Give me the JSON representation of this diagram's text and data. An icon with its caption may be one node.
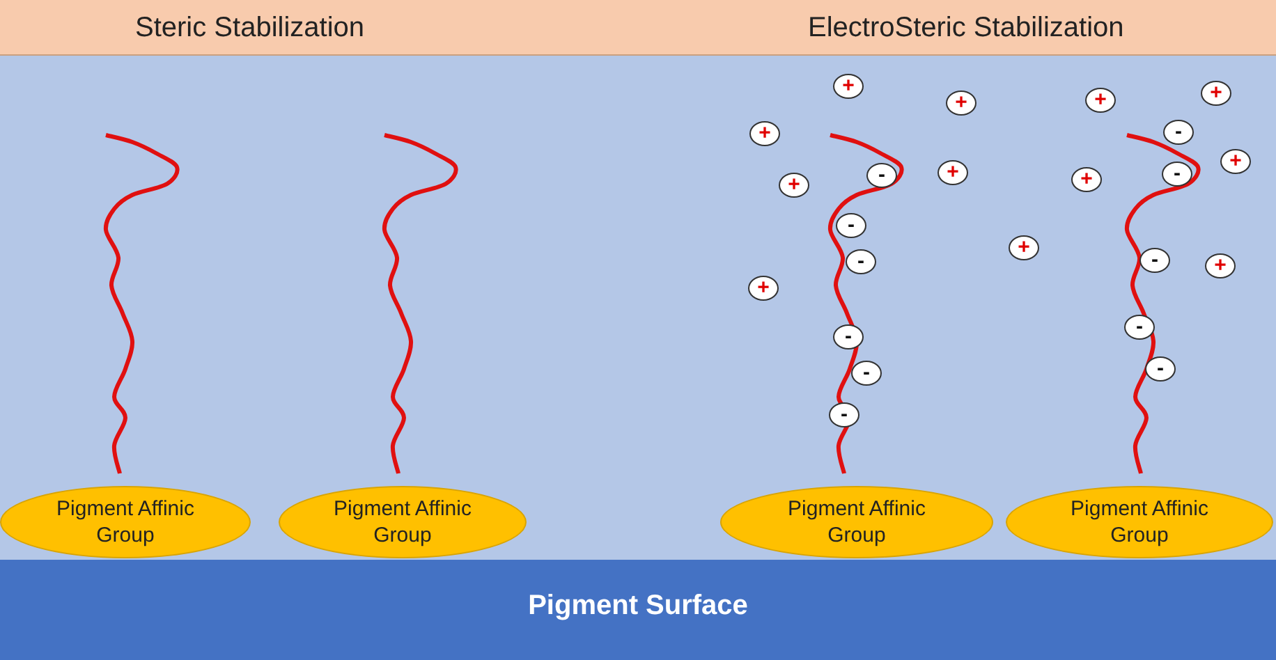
{
  "diagram": {
    "nodes": [
      {
        "text": [
          "Steric Stabilization",
          "ElectroSteric Stabilization"
        ]
      },
      {
        "text": [
          "+"
        ]
      },
      {
        "text": [
          "+"
        ]
      },
      {
        "text": [
          "+"
        ]
      },
      {
        "text": [
          "+"
        ]
      },
      {
        "text": [
          "-"
        ]
      },
      {
        "text": [
          "+"
        ]
      },
      {
        "text": [
          "+"
        ]
      },
      {
        "text": [
          "+"
        ]
      },
      {
        "text": [
          "-"
        ]
      },
      {
        "text": [
          "-"
        ]
      },
      {
        "text": [
          "+"
        ]
      },
      {
        "text": [
          "+"
        ]
      },
      {
        "text": [
          "-"
        ]
      },
      {
        "text": [
          "+"
        ]
      },
      {
        "text": [
          "-"
        ]
      },
      {
        "text": [
          "-"
        ]
      },
      {
        "text": [
          "+"
        ]
      },
      {
        "text": [
          "+"
        ]
      },
      {
        "text": [
          "-"
        ]
      },
      {
        "text": [
          "-"
        ]
      },
      {
        "text": [
          "-"
        ]
      },
      {
        "text": [
          "-"
        ]
      },
      {
        "text": [
          "-"
        ]
      },
      {
        "text": [
          "Pigment Affinic Group"
        ]
      },
      {
        "text": [
          "Pigment Affinic Group"
        ]
      },
      {
        "text": [
          "Pigment Affinic Group"
        ]
      },
      {
        "text": [
          "Pigment Affinic Group"
        ]
      },
      {
        "text": [
          "Pigment Surface"
        ]
      }
    ]
  }
}
